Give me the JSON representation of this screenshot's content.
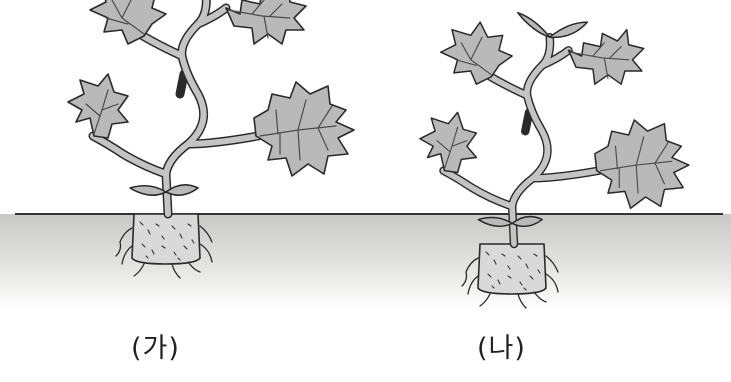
{
  "captions": {
    "left": "(가)",
    "right": "(나)"
  },
  "colors": {
    "leaf_fill": "#b9b9b9",
    "leaf_stroke": "#2a2a2a",
    "stem_fill": "#c4c4c4",
    "soil_fill": "#d9d9d9",
    "ground_line": "#1a1a1a",
    "ground_top": "#c8c8c6",
    "ground_bottom": "#ffffff"
  },
  "icons": {
    "left_plant": "plant-seedling-raised-root-ball",
    "right_plant": "plant-seedling-sunken-root-ball"
  }
}
